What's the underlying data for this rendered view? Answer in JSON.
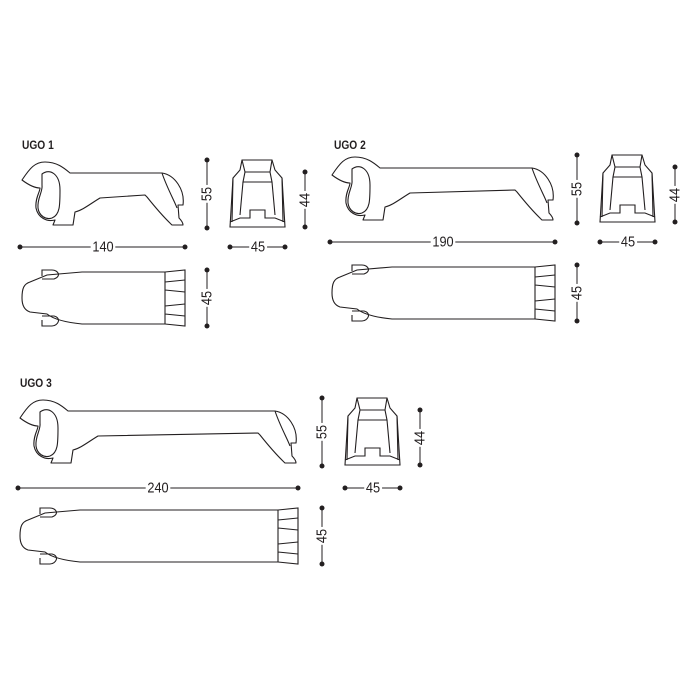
{
  "colors": {
    "line": "#231f20"
  },
  "models": [
    {
      "name": "UGO 1",
      "length": "140",
      "height": "55",
      "seat_height": "44",
      "width_front": "45",
      "width_top": "45"
    },
    {
      "name": "UGO 2",
      "length": "190",
      "height": "55",
      "seat_height": "44",
      "width_front": "45",
      "width_top": "45"
    },
    {
      "name": "UGO 3",
      "length": "240",
      "height": "55",
      "seat_height": "44",
      "width_front": "45",
      "width_top": "45"
    }
  ]
}
